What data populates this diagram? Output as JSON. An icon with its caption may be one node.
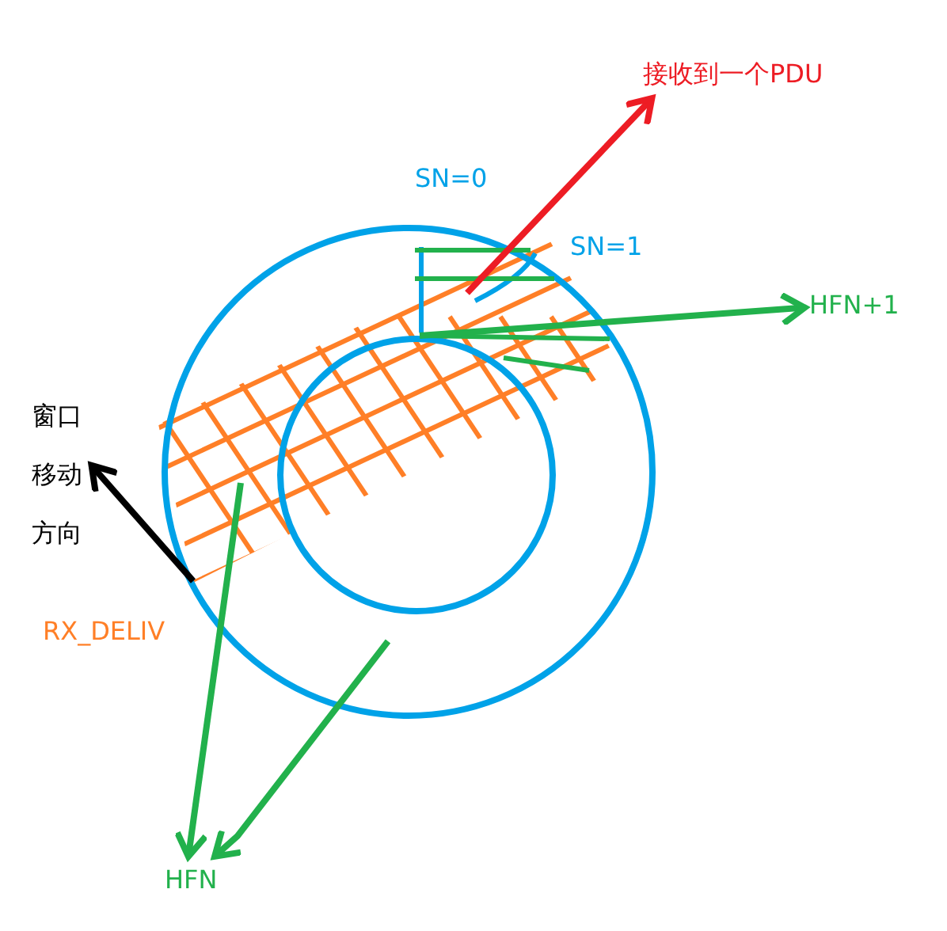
{
  "diagram": {
    "nodes": [
      {
        "text": [
          "接收到一个PDU"
        ]
      },
      {
        "text": [
          "HFN+1"
        ]
      },
      {
        "text": [
          "窗口移动方向"
        ]
      },
      {
        "text": [
          "HFN"
        ]
      }
    ],
    "edges": [
      {
        "from": null,
        "to": 0,
        "arrow": "to",
        "color": "#ed1c24"
      },
      {
        "from": null,
        "to": 1,
        "arrow": "to"
      },
      {
        "from": null,
        "to": 2,
        "arrow": "to",
        "color": "#000000"
      },
      {
        "from": null,
        "to": 3,
        "arrow": "to"
      },
      {
        "from": null,
        "to": 3,
        "arrow": "to"
      }
    ],
    "labels": [
      "SN=0",
      "SN=1",
      "RX_DELIV"
    ]
  }
}
